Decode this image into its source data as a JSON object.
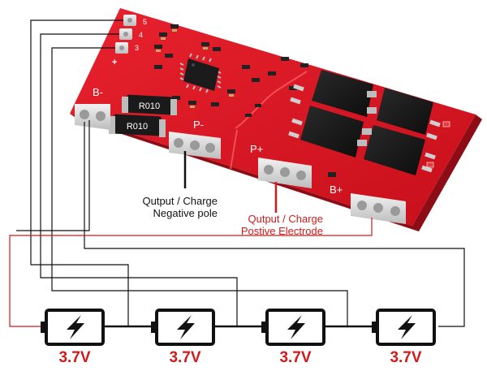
{
  "board": {
    "pin_labels": {
      "b_minus": "B-",
      "p_minus": "P-",
      "p_plus": "P+",
      "b_plus": "B+",
      "plus": "+"
    },
    "resistor_marking": "R010",
    "pad_marks": [
      "5",
      "4",
      "3"
    ]
  },
  "callouts": {
    "negative_line1": "Qutput / Charge",
    "negative_line2": "Negative pole",
    "positive_line1": "Qutput / Charge",
    "positive_line2": "Postive Electrode"
  },
  "batteries": [
    {
      "voltage": "3.7V",
      "icon": "battery-bolt-icon"
    },
    {
      "voltage": "3.7V",
      "icon": "battery-bolt-icon"
    },
    {
      "voltage": "3.7V",
      "icon": "battery-bolt-icon"
    },
    {
      "voltage": "3.7V",
      "icon": "battery-bolt-icon"
    }
  ],
  "colors": {
    "pcb_red": "#d81420",
    "wire_black": "#111111",
    "wire_red": "#d11a1a",
    "mosfet_black": "#151515",
    "label_red": "#d11a1a"
  }
}
